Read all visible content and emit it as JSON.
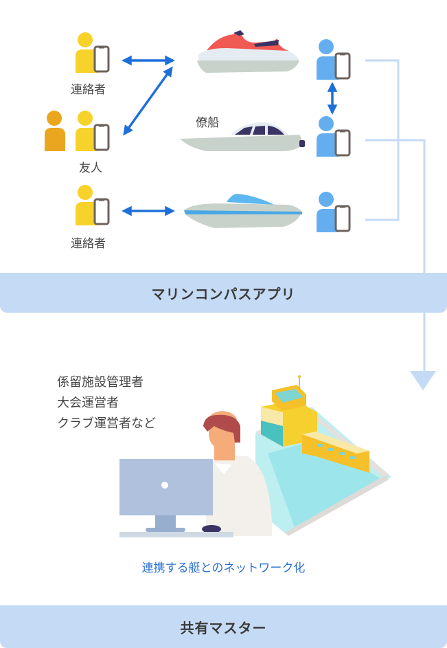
{
  "diagram": {
    "app_section": {
      "title": "マリンコンパスアプリ",
      "left_groups": [
        {
          "label": "連絡者",
          "icon": "contact-person-with-phone-icon"
        },
        {
          "label": "友人",
          "icon": "friends-with-phone-icon"
        },
        {
          "label": "連絡者",
          "icon": "contact-person-with-phone-icon"
        }
      ],
      "boats": [
        {
          "label": "",
          "icon": "jet-ski-icon"
        },
        {
          "label": "僚船",
          "icon": "cruiser-boat-icon"
        },
        {
          "label": "",
          "icon": "speedboat-icon"
        }
      ],
      "boat_users": [
        {
          "icon": "boat-user-with-phone-icon"
        },
        {
          "icon": "boat-user-with-phone-icon"
        },
        {
          "icon": "boat-user-with-phone-icon"
        }
      ]
    },
    "master_section": {
      "roles": [
        "係留施設管理者",
        "大会運営者",
        "クラブ運営者など"
      ],
      "network_caption": "連携する艇とのネットワーク化",
      "title": "共有マスター"
    },
    "colors": {
      "band": "#c5daf4",
      "connector": "#c5daf4",
      "arrow": "#1f6fd8",
      "contact_person": "#f7d22a",
      "friend_person": "#eaa61e",
      "boat_user": "#64aef0",
      "phone_frame": "#6d625d",
      "caption_blue": "#2a72cf"
    }
  }
}
